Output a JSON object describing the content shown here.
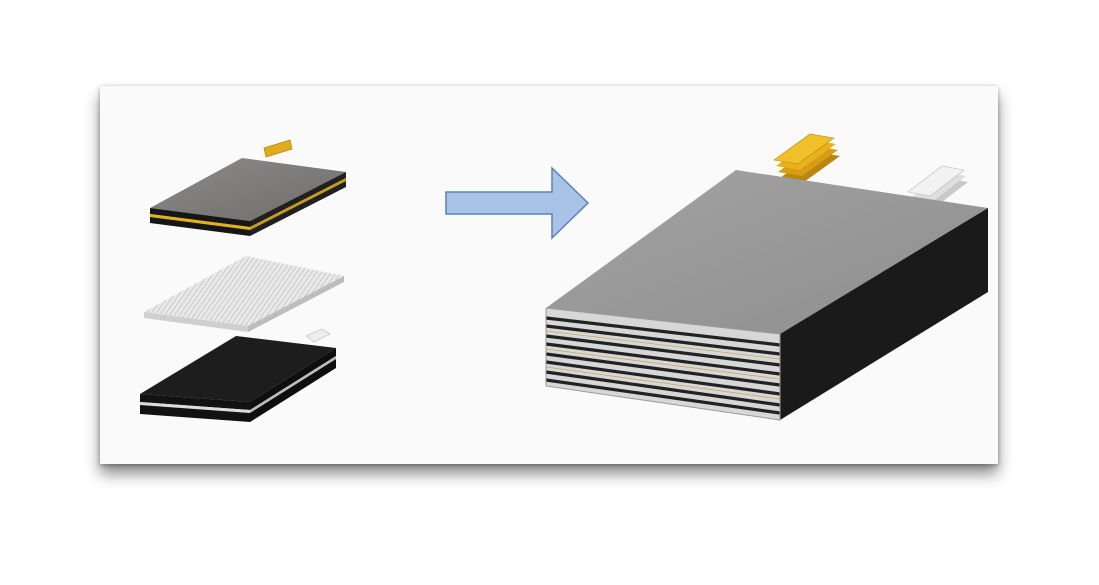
{
  "diagram": {
    "components": [
      {
        "id": "positive-electrode",
        "colors": {
          "top": "#7d7b7a",
          "edge": "#141414",
          "stripe": "#e4b117",
          "tab": "#e0aa1a"
        }
      },
      {
        "id": "separator",
        "colors": {
          "top": "#e6e6e6",
          "edge": "#c4c4c4",
          "hatch": "#bdbdbd"
        }
      },
      {
        "id": "negative-electrode",
        "colors": {
          "top": "#1b1b1b",
          "edge": "#111111",
          "stripe": "#dcdcdc",
          "tab": "#ededed"
        }
      }
    ],
    "arrow": {
      "fill": "#a9c3e6",
      "stroke": "#5b82b8"
    },
    "stacked_cell": {
      "layer_count": 8,
      "colors": {
        "top": "#9a9a9a",
        "side": "#1a1a1a",
        "front_band": "#d7d7d7",
        "layer_line": "#222222",
        "positive_tab": "#e0aa1a",
        "negative_tab": "#eeeeee"
      }
    }
  }
}
